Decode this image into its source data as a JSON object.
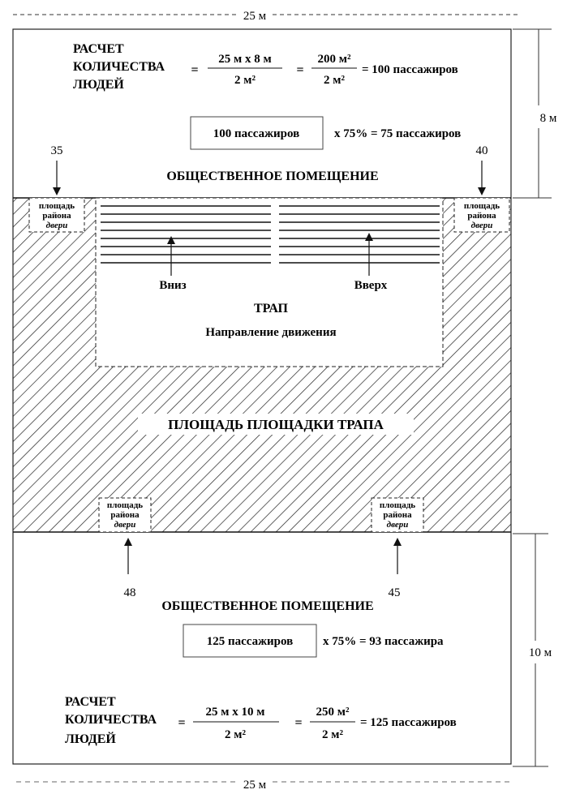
{
  "dimensions": {
    "top_width": "25 м",
    "bottom_width": "25 м",
    "top_height": "8 м",
    "bottom_height": "10 м"
  },
  "top_section": {
    "calc_label": [
      "РАСЧЕТ",
      "КОЛИЧЕСТВА",
      "ЛЮДЕЙ"
    ],
    "eq1": "=",
    "frac1_num": "25 м x 8 м",
    "frac1_den": "2 м²",
    "eq2": "=",
    "frac2_num": "200 м²",
    "frac2_den": "2 м²",
    "result": "= 100 пассажиров",
    "box_label": "100 пассажиров",
    "box_calc": "x 75% = 75 пассажиров",
    "room_label": "ОБЩЕСТВЕННОЕ ПОМЕЩЕНИЕ"
  },
  "bottom_section": {
    "room_label": "ОБЩЕСТВЕННОЕ ПОМЕЩЕНИЕ",
    "box_label": "125 пассажиров",
    "box_calc": "x 75% = 93 пассажира",
    "calc_label": [
      "РАСЧЕТ",
      "КОЛИЧЕСТВА",
      "ЛЮДЕЙ"
    ],
    "eq1": "=",
    "frac1_num": "25 м x 10 м",
    "frac1_den": "2 м²",
    "eq2": "=",
    "frac2_num": "250 м²",
    "frac2_den": "2 м²",
    "result": "= 125 пассажиров"
  },
  "doors": {
    "label_lines": [
      "площадь",
      "района",
      "двери"
    ],
    "top_left_number": "35",
    "top_right_number": "40",
    "bottom_left_number": "48",
    "bottom_right_number": "45"
  },
  "gangway": {
    "down_label": "Вниз",
    "up_label": "Вверх",
    "title": "ТРАП",
    "subtitle": "Направление движения",
    "landing_label": "ПЛОЩАДЬ ПЛОЩАДКИ ТРАПА"
  }
}
